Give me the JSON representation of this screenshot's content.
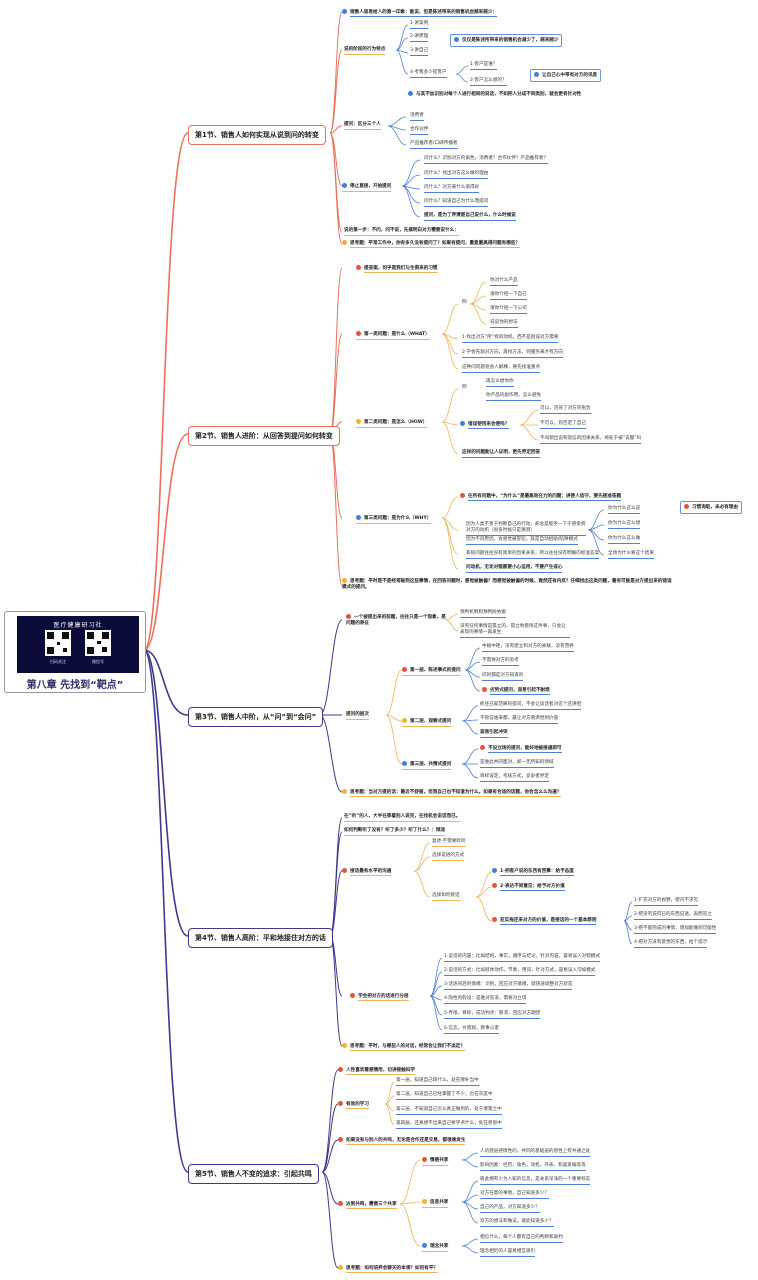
{
  "central": {
    "title": "第八章  先找到“靶点”",
    "banner_title": "医疗健康研习社",
    "qr_left_caption": "扫码关注",
    "qr_right_caption": "微信号"
  },
  "colors": {
    "orange": "#e8705c",
    "purple": "#3d3a8c",
    "blue": "#4f7fd6",
    "yellow": "#f0b35a"
  },
  "s1": {
    "title": "第1节、销售人如何实现从说到问的转变",
    "a": "销售人容易给人的第一印象：能说，但是陈述带来的销售机会越来越少：",
    "b": "说的阶段的行为特点",
    "b1": "1·讲案例",
    "b2": "2·讲原理",
    "b3": "3·讲自己",
    "b_note": "仅仅是陈述所带来的销售机会减少了，越来越少",
    "b4": "4·考我多少提客户",
    "b4a": "1·客户是谁？",
    "b4b": "2·客户怎么想的？",
    "b4_note": "让自己心中带有对方的讯息",
    "c": "与其不加识别对每个人进行相同的说话，不如把人分成不同类别，就会更有针对性",
    "d": "提问：区分三个人",
    "d1": "消费者",
    "d2": "合作伙伴",
    "d3": "产品推荐者/口碑传播者",
    "e": "停止直接，开始提问",
    "e1": "问什么？识别对方的角色，消费者？合作伙伴？产品推荐者？",
    "e2": "问什么？找出对方这么做的理由",
    "e3": "问什么？对方来什么值得好",
    "e4": "问什么？知道自己为什么而提问",
    "e5": "提问，是为了弄清楚自己说什么，什么时候说",
    "f": "说的第一步：不问，问不说，先搞明白对方需要说什么：",
    "g": "思考题：平常工作中，你有多久没有提问了？如果有提问，重复最高得问题有哪些？"
  },
  "s2": {
    "title": "第2节、销售人进阶：从回答到提问如何转变",
    "a": "提答案，何乎是我们与生俱来的习惯",
    "w1": "第一类问题：是什么（WHAT）",
    "w1_ex": "例",
    "w1_e1": "你对什么产品",
    "w1_e2": "请你介绍一下自己",
    "w1_e3": "请你介绍一下公司",
    "w1_e4": "说说你的想法",
    "w1_n1": "1·找出对方“所”找的动机，西不是假设对方需要",
    "w1_n2": "2·学会先观对方向，再找方法，则服务来才有方向",
    "w1_n3": "这种问问题语会人解释，要先找准重点",
    "w2": "第二类问题：是怎么（HOW）",
    "w2_ex": "例",
    "w2_e1": "再怎么想你你",
    "w2_e2": "你产品的副作用，怎么避免",
    "w2_q": "错误使用来会使吗？",
    "w2_q1": "可以，违背了对方的抱负",
    "w2_q2": "不可以，则否定了自己",
    "w2_q3": "不叫销出说和谐信的因果关系，将处于被“说服”吗",
    "w2_n": "这样的问题能让人证明，更先界定回答",
    "w3": "第三类问题：是为什么（WHY）",
    "w3_a": "在所有问题中，“为什么”是最高效在力的问题：讲使人信守，要先接准答题",
    "w3_b": "因为人类不善于判断自己的行动，却总是能罗一下于感受到对方的动机（很多时候只是猜测）",
    "w3_b1": "你为什么这么说",
    "w3_b2": "你为什么这么想",
    "w3_b3": "你为什么这么做",
    "w3_b4": "全场为什么要这个结果",
    "w3_note": "习惯询取，未必有理由",
    "w3_c": "因为不问原因，会感觉被冒犯，就是自动招助/陷阱模式",
    "w3_d": "系统问题往往没有简单的因果关系，所以往往没有明确的标准答案",
    "w3_e": "问动机，无论对错都要小心运用，不要产生戒心",
    "g": "思考题：平时是不是经常碰到这些事情，在回答问题时，感觉被触偏？而感觉被触偏的时候，竟然还有内疚？仔细找出这类问题，看有可能是对方提出来的错误模式的提问。"
  },
  "s3": {
    "title": "第3节、销售人中阶，从“问”到“会问”",
    "a": "一个被提出来的前题，往往只是一个现象，是问题的表征",
    "a1": "预判机制和预判防依据",
    "a2": "没有任何事情是孤立的，孤立地看待这件事，只会让表现的事情一再发生",
    "b": "提问的层次",
    "l1": "第一层、陈述事式的提问",
    "l1a": "中规中矩，没有建立和对方的关联，没有营养",
    "l1b": "不需要对方的思考",
    "l1c": "问的都是对方知道的",
    "l1d": "劣势式提问，容易引起不耐烦",
    "l2": "第二层、观察式提问",
    "l2a": "抓住已知范畴的提问，不会让谈话者对这个还讲阻",
    "l2b": "不管答谁来都，最让对方增添觉到价值",
    "l2c": "容易引起冲突",
    "l3": "第三层、共情式提问",
    "l3a": "不设立场的提问，能好地被接通即可",
    "l3b": "是谁此共同面对，却一无所知的领域",
    "l3c": "目标设定，考核方式，竞争者界定",
    "g": "思考题：当对方提的话：最近不舒服，但我自己也不知道为什么。如果有合适的话题，你会怎么么沟通？"
  },
  "s4": {
    "title": "第4节、销售人高阶：平和地接住对方的话",
    "a": "在“听”的人，大半在等着别人说完，在找机会说话而已。",
    "b": "如何判断听了没有？听了多少？听了什么？：倾适",
    "c": "接话最有水平的沟通",
    "c1": "复述·不需要聆听",
    "c2": "选择说进的方式",
    "c3": "选择如何接话",
    "c3a": "1·把客户说的东西有回事：给予态度",
    "c3b": "2·表达不同意见：给予对方价值",
    "c3c": "亚实拖还来对方的价值，是接话的一个基本原则",
    "c3c1": "1·扩充对方的视野，使闪不求见",
    "c3c2": "2·把没有说得已的东西说透，表而答之",
    "c3c3": "3·把不能完成的事情，增加能做到可能性",
    "c3c4": "4·把对方没有意觉的东西，给个提示",
    "d": "学会把对方的话进行分层",
    "d1": "1·说话的内容：比如结构，事实，顺序与结论，针对内容，容易误入对错模式",
    "d2": "2·说话的方式：比如肢体动作，节奏，用词，针对方式，容易误入沟如模式",
    "d3": "3·话语背后的情绪：识别，回应对方情绪，就快速调整对方状态",
    "d4": "4·隐性的假设：是谁对答没，需要对立场",
    "d5": "5·界限，目标，成功判点：愿凛，回应对方期望",
    "d6": "6·信念，价值观，教事公害",
    "g": "思考题：平时，与哪些人的对话，经常会让我们不淡定？"
  },
  "s5": {
    "title": "第5节、销售人不变的追求：引起共鸣",
    "a": "人性喜欢看感情用，切讲接触科学",
    "b": "有效的学习",
    "b1": "第一层，知道自己缺什么，处在哪补当中",
    "b2": "第二层，知道自己已经掌握了不少，也在灰度中",
    "b3": "第三层，不知道自己怎么真正做到的，处于增量之中",
    "b4": "第四层，还真想不出来自己要学点什么，处在感恩中",
    "c": "如果没有与别人的共鸣，无论是合作还是交易，都很难发生",
    "d": "达到共鸣，需要三个共享",
    "d1": "情感共享",
    "d1a": "人的底层感情性的，共同的基础层的感性上有共通之处",
    "d1b": "影响因素：经历，角色，动机，外表，和喜爱偏等等",
    "d2": "信息共享",
    "d2a": "彼此拥有少为人知的信息，是关系深浅的一个重要标志",
    "d2b": "对方在意的事情，自己知道多少？",
    "d2c": "自己的产品，对方知道多少？",
    "d2d": "双方的想法和做法，彼此知道多少？",
    "d3": "理念共享",
    "d3a": "相信什么，每个人都有自己的判断和裁判",
    "d3b": "理念相近的人容易相互吸引",
    "g": "思考题：如何培养会聊天的本领？如何有平？"
  }
}
